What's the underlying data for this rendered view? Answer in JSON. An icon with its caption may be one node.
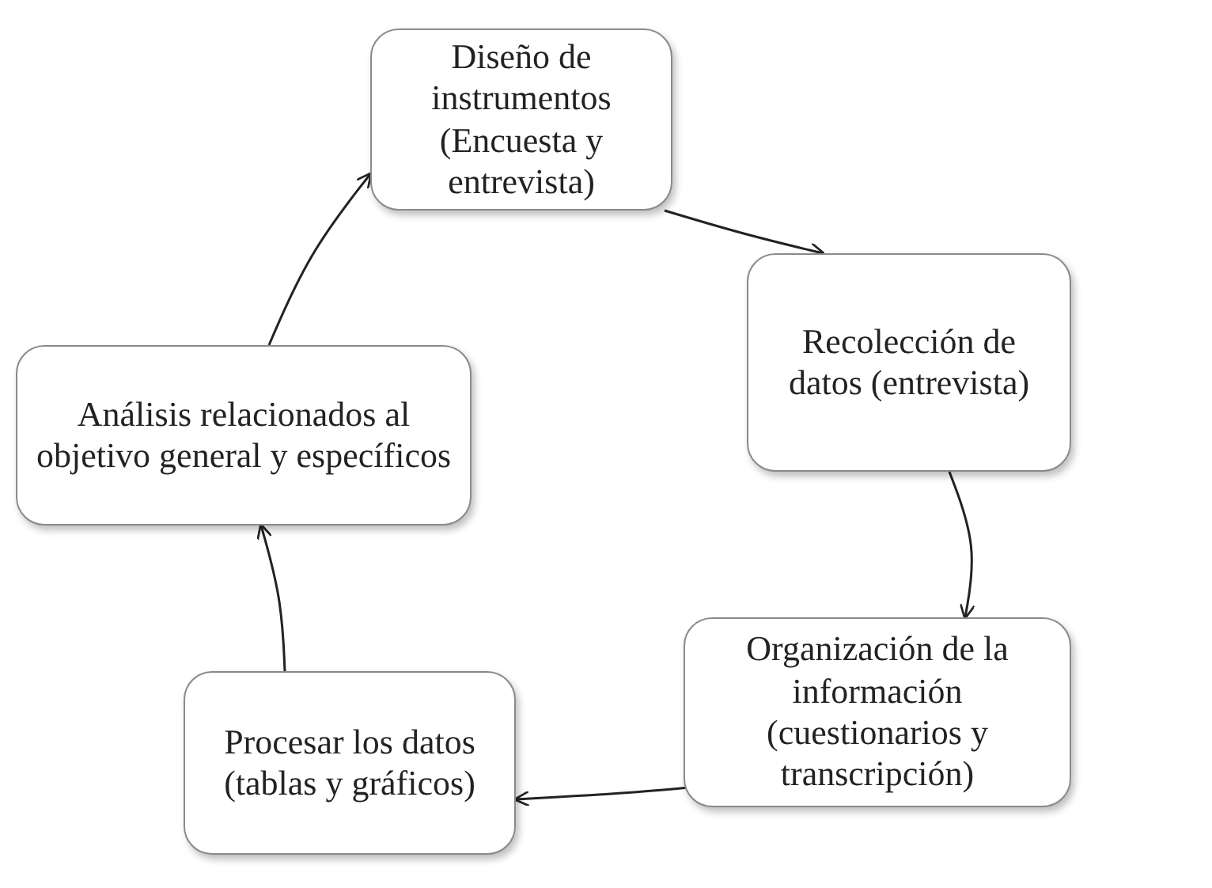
{
  "diagram": {
    "nodes": [
      {
        "text": [
          "Diseño de instrumentos (Encuesta y entrevista)"
        ]
      },
      {
        "text": [
          "Recolección de datos (entrevista)"
        ]
      },
      {
        "text": [
          "Organización de la información (cuestionarios y transcripción)"
        ]
      },
      {
        "text": [
          "Procesar los datos (tablas y gráficos)"
        ]
      },
      {
        "text": [
          "Análisis relacionados al objetivo general y específicos"
        ]
      }
    ],
    "edges": [
      {
        "from": 0,
        "to": 1,
        "arrow": "to"
      },
      {
        "from": 1,
        "to": 2,
        "arrow": "to"
      },
      {
        "from": 2,
        "to": 3,
        "arrow": "to"
      },
      {
        "from": 3,
        "to": 4,
        "arrow": "to"
      },
      {
        "from": 4,
        "to": 0,
        "arrow": "to"
      }
    ]
  }
}
